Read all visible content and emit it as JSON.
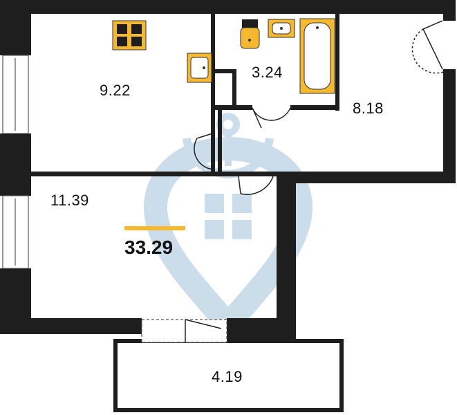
{
  "rooms": {
    "kitchen_area": "9.22",
    "bathroom_area": "3.24",
    "bedroom_area": "8.18",
    "living_area": "11.39",
    "balcony_area": "4.19"
  },
  "total_area": "33.29",
  "colors": {
    "wall": "#1e1e1e",
    "fixture": "#f5b82e",
    "accent_bar": "#f5b82e",
    "watermark": "#c9dbe9"
  },
  "watermark": {
    "icon": "anchor-pin-logo"
  }
}
